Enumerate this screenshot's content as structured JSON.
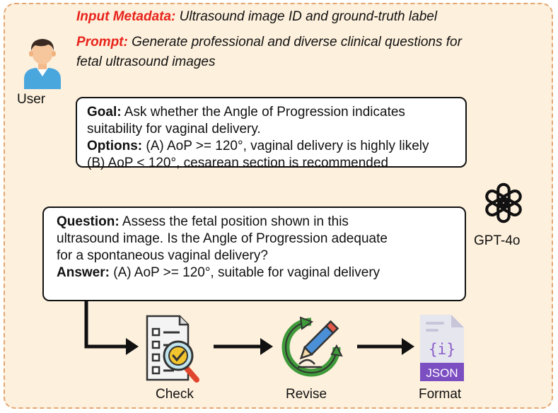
{
  "metadata": {
    "label": "Input Metadata:",
    "text": "Ultrasound image ID and ground-truth label"
  },
  "prompt": {
    "label": "Prompt:",
    "line1": "Generate professional and diverse clinical questions for",
    "line2": "fetal ultrasound images"
  },
  "user": {
    "label": "User",
    "icon": "user-avatar-icon"
  },
  "goal_box": {
    "goal_label": "Goal:",
    "goal_line1": "Ask whether the Angle of Progression indicates",
    "goal_line2": "suitability for vaginal delivery.",
    "options_label": "Options:",
    "option_a": "(A) AoP >= 120°, vaginal delivery is highly likely",
    "option_b": "(B) AoP < 120°, cesarean section is recommended"
  },
  "model": {
    "label": "GPT-4o",
    "icon": "openai-logo-icon"
  },
  "qa_box": {
    "question_label": "Question:",
    "question_line1": "Assess the fetal position shown in this",
    "question_line2": "ultrasound image. Is the Angle of Progression adequate",
    "question_line3": "for a spontaneous vaginal delivery?",
    "answer_label": "Answer:",
    "answer_text": "(A) AoP >= 120°, suitable for vaginal delivery"
  },
  "steps": [
    {
      "label": "Check",
      "icon": "checklist-magnifier-icon"
    },
    {
      "label": "Revise",
      "icon": "pen-refresh-icon"
    },
    {
      "label": "Format",
      "icon": "json-file-icon"
    }
  ],
  "json_file": {
    "braces": "{i}",
    "tag": "JSON"
  },
  "colors": {
    "frame_fill": "#fdf0dc",
    "frame_border": "#e3a774",
    "highlight_red": "#e8231b"
  }
}
